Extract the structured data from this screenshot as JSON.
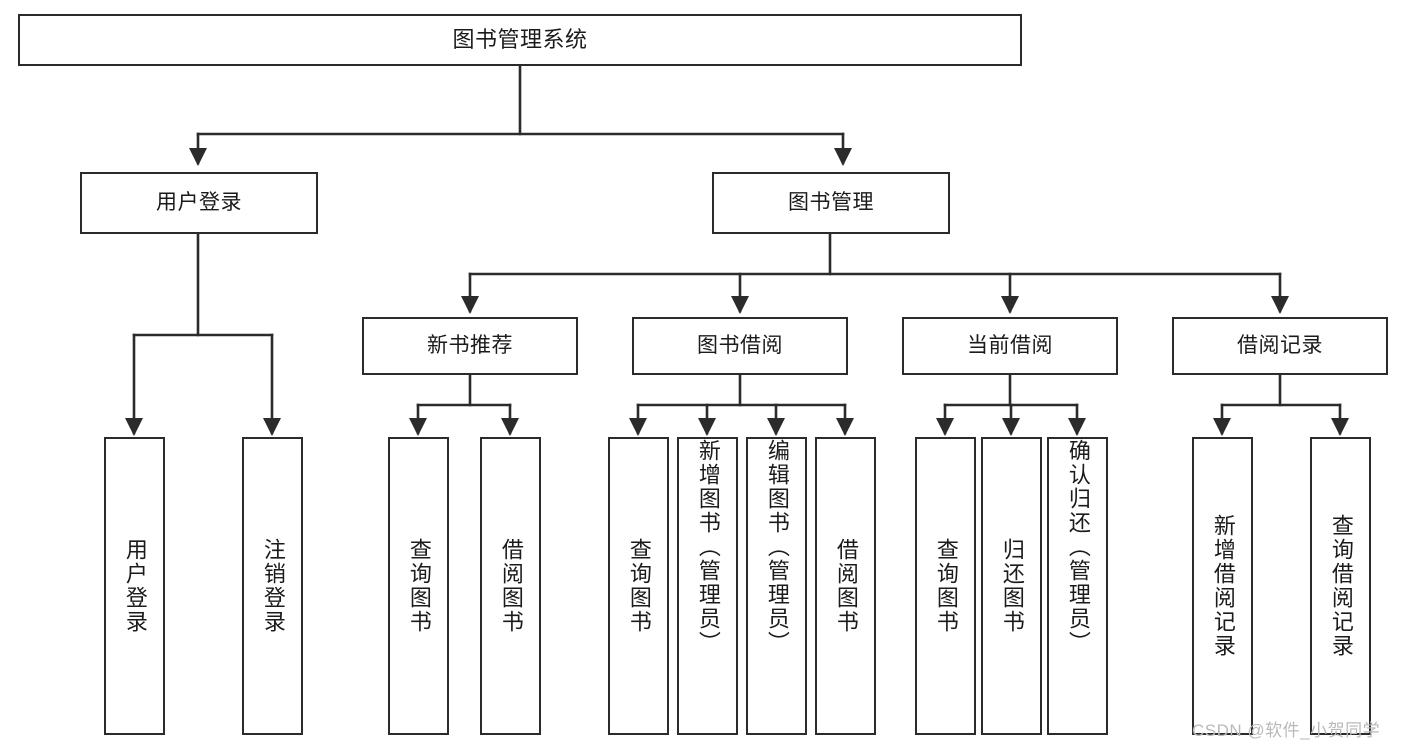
{
  "diagram": {
    "type": "tree-hierarchy",
    "title": "图书管理系统",
    "orientation": "top-down",
    "colors": {
      "stroke": "#2b2b2b",
      "fill": "#ffffff",
      "text": "#1b1b1b",
      "watermark": "#b9b9b9"
    },
    "root": {
      "id": "root",
      "label": "图书管理系统"
    },
    "level2": [
      {
        "id": "user-login",
        "label": "用户登录"
      },
      {
        "id": "book-manage",
        "label": "图书管理"
      }
    ],
    "level3": [
      {
        "id": "new-book-recommend",
        "label": "新书推荐",
        "parent": "book-manage"
      },
      {
        "id": "book-borrow",
        "label": "图书借阅",
        "parent": "book-manage"
      },
      {
        "id": "current-borrow",
        "label": "当前借阅",
        "parent": "book-manage"
      },
      {
        "id": "borrow-record",
        "label": "借阅记录",
        "parent": "book-manage"
      }
    ],
    "leaves": [
      {
        "id": "leaf-user-login",
        "label": "用户登录",
        "parent": "user-login"
      },
      {
        "id": "leaf-user-logout",
        "label": "注销登录",
        "parent": "user-login"
      },
      {
        "id": "leaf-query-book-1",
        "label": "查询图书",
        "parent": "new-book-recommend"
      },
      {
        "id": "leaf-borrow-book-1",
        "label": "借阅图书",
        "parent": "new-book-recommend"
      },
      {
        "id": "leaf-query-book-2",
        "label": "查询图书",
        "parent": "book-borrow"
      },
      {
        "id": "leaf-add-book",
        "label": "新增图书（管理员）",
        "parent": "book-borrow"
      },
      {
        "id": "leaf-edit-book",
        "label": "编辑图书（管理员）",
        "parent": "book-borrow"
      },
      {
        "id": "leaf-borrow-book-2",
        "label": "借阅图书",
        "parent": "book-borrow"
      },
      {
        "id": "leaf-query-book-3",
        "label": "查询图书",
        "parent": "current-borrow"
      },
      {
        "id": "leaf-return-book",
        "label": "归还图书",
        "parent": "current-borrow"
      },
      {
        "id": "leaf-confirm-return",
        "label": "确认归还（管理员）",
        "parent": "current-borrow"
      },
      {
        "id": "leaf-add-record",
        "label": "新增借阅记录",
        "parent": "borrow-record"
      },
      {
        "id": "leaf-query-record",
        "label": "查询借阅记录",
        "parent": "borrow-record"
      }
    ]
  },
  "watermark": {
    "text": "CSDN @软件_小贺同学"
  }
}
